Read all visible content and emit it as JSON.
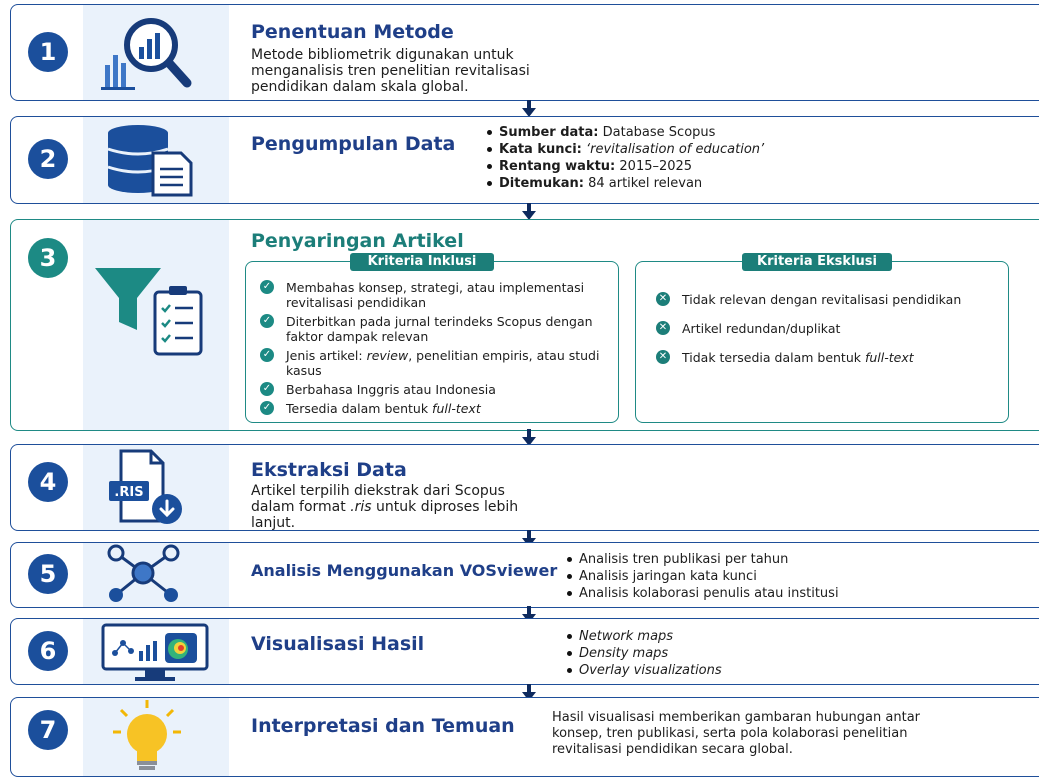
{
  "colors": {
    "primary": "#1b4f9c",
    "teal": "#1c8a84",
    "icon_bg": "#eaf2fb"
  },
  "steps": [
    {
      "number": "1",
      "title": "Penentuan Metode",
      "icon": "magnifier-chart-icon",
      "description": "Metode bibliometrik digunakan untuk menganalisis tren penelitian revitalisasi pendidikan dalam skala global."
    },
    {
      "number": "2",
      "title": "Pengumpulan Data",
      "icon": "database-document-icon",
      "bullets": [
        {
          "label": "Sumber data:",
          "value": "Database Scopus"
        },
        {
          "label": "Kata kunci:",
          "value": "‘revitalisation of education’"
        },
        {
          "label": "Rentang waktu:",
          "value": "2015–2025"
        },
        {
          "label": "Ditemukan:",
          "value": "84 artikel relevan"
        }
      ]
    },
    {
      "number": "3",
      "title": "Penyaringan Artikel",
      "icon": "funnel-checklist-icon",
      "inclusion": {
        "title": "Kriteria Inklusi",
        "items": [
          "Membahas konsep, strategi, atau implementasi revitalisasi pendidikan",
          "Diterbitkan pada jurnal terindeks Scopus dengan faktor dampak relevan",
          "Jenis artikel: review, penelitian empiris, atau studi kasus",
          "Berbahasa Inggris atau Indonesia",
          "Tersedia dalam bentuk full-text"
        ]
      },
      "exclusion": {
        "title": "Kriteria Eksklusi",
        "items": [
          "Tidak relevan dengan revitalisasi pendidikan",
          "Artikel redundan/duplikat",
          "Tidak tersedia dalam bentuk full-text"
        ]
      }
    },
    {
      "number": "4",
      "title": "Ekstraksi Data",
      "icon": "ris-file-download-icon",
      "icon_label": ".RIS",
      "description": "Artikel terpilih diekstrak dari Scopus dalam format .ris untuk diproses lebih lanjut."
    },
    {
      "number": "5",
      "title": "Analisis Menggunakan VOSviewer",
      "icon": "network-icon",
      "bullets": [
        "Analisis tren publikasi per tahun",
        "Analisis jaringan kata kunci",
        "Analisis kolaborasi penulis atau institusi"
      ]
    },
    {
      "number": "6",
      "title": "Visualisasi Hasil",
      "icon": "monitor-visualization-icon",
      "bullets": [
        "Network maps",
        "Density maps",
        "Overlay visualizations"
      ]
    },
    {
      "number": "7",
      "title": "Interpretasi dan Temuan",
      "icon": "lightbulb-icon",
      "description": "Hasil visualisasi memberikan gambaran hubungan antar konsep, tren publikasi, serta pola kolaborasi penelitian revitalisasi pendidikan secara global."
    }
  ]
}
